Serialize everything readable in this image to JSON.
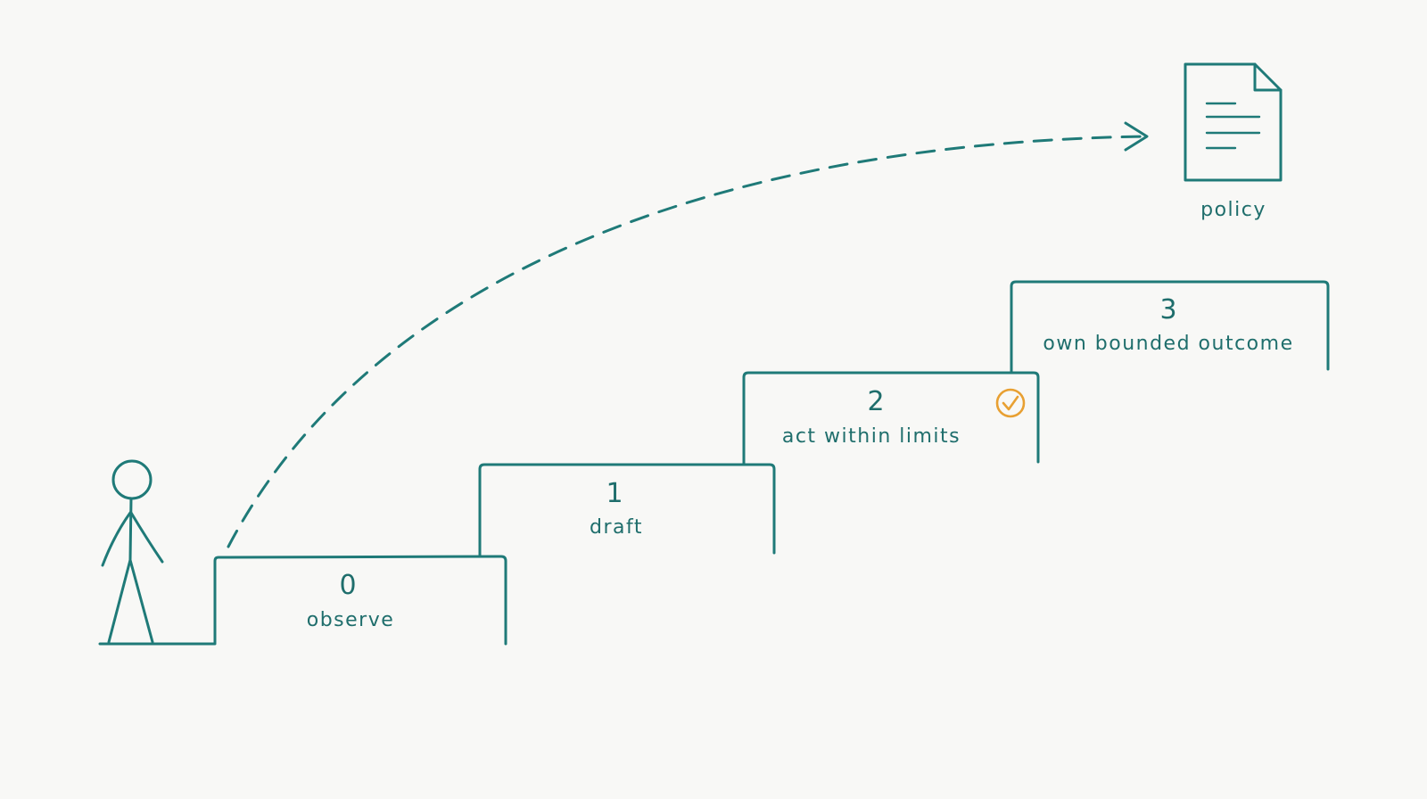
{
  "steps": [
    {
      "number": "0",
      "label": "observe"
    },
    {
      "number": "1",
      "label": "draft"
    },
    {
      "number": "2",
      "label": "act within limits",
      "checked": true
    },
    {
      "number": "3",
      "label": "own bounded outcome"
    }
  ],
  "document": {
    "label": "policy"
  },
  "colors": {
    "ink": "#1f7a78",
    "check": "#e8a032",
    "background": "#f8f8f6"
  },
  "icons": {
    "person": "stick-figure-icon",
    "document": "document-icon",
    "check": "check-circle-icon"
  }
}
